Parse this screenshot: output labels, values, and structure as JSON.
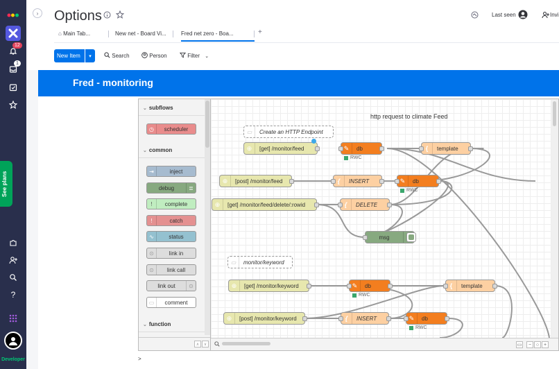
{
  "rail": {
    "notif_count": "12",
    "inbox_count": "1",
    "see_plans": "See plans",
    "developer": "Developer"
  },
  "header": {
    "title": "Options",
    "last_seen": "Last seen",
    "invite": "Invi"
  },
  "tabs": [
    {
      "label": "Main Tab..."
    },
    {
      "label": "New net - Board Vi..."
    },
    {
      "label": "Fred net zero - Boa..."
    }
  ],
  "toolbar": {
    "new_item": "New Item",
    "search": "Search",
    "person": "Person",
    "filter": "Filter"
  },
  "banner": {
    "title": "Fred -  monitoring"
  },
  "palette": {
    "sections": [
      "subflows",
      "common",
      "function"
    ],
    "nodes": [
      "scheduler",
      "inject",
      "debug",
      "complete",
      "catch",
      "status",
      "link in",
      "link call",
      "link out",
      "comment"
    ]
  },
  "flow": {
    "heading": "http request to climate Feed",
    "comments": [
      "Create an HTTP Endpoint",
      "monitor/keyword"
    ],
    "nodes": {
      "get_feed": "[get] /monitor/feed",
      "db1": "db",
      "template1": "template",
      "post_feed": "[post] /monitor/feed",
      "insert1": "INSERT",
      "db2": "db",
      "delete_feed": "[get] /monitor/feed/delete/:rowid",
      "delete1": "DELETE",
      "msg": "msg",
      "get_keyword": "[get] /monitor/keyword",
      "db3": "db",
      "template2": "template",
      "post_keyword": "[post] /monitor/keyword",
      "insert2": "INSERT",
      "db4": "db"
    },
    "status_label": "RWC"
  },
  "prompt": ">",
  "colors": {
    "rail": "#292f4c",
    "accent": "#0073ea",
    "http_node": "#e7e7ae",
    "function_node": "#fdd0a2",
    "db_node": "#f37e1f",
    "template_node": "#fdd0a2",
    "msg_node": "#87a980"
  }
}
